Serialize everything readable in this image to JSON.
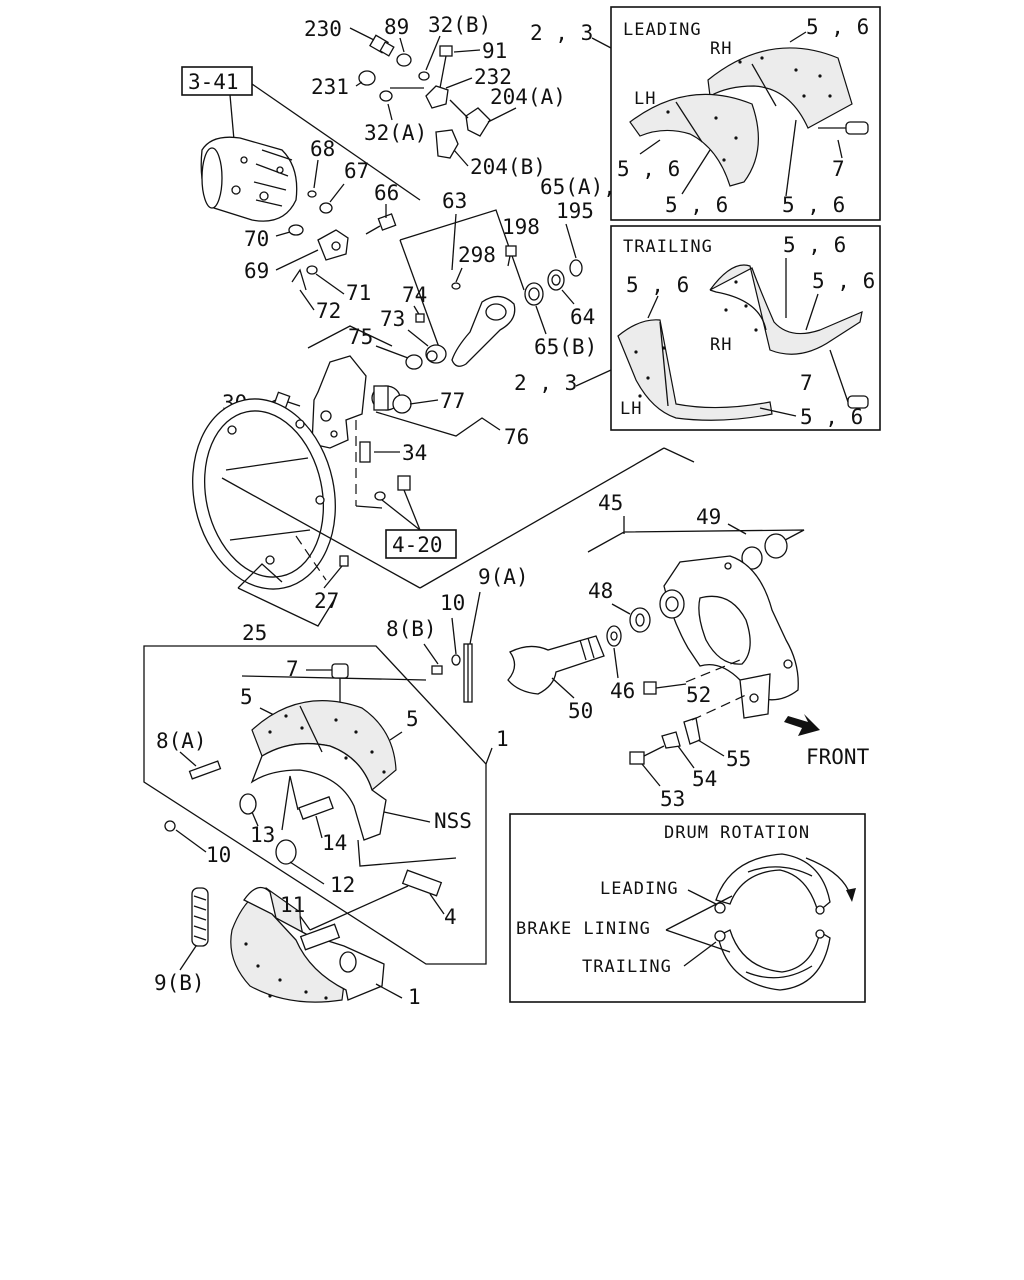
{
  "callouts": {
    "c230": "230",
    "c89": "89",
    "c32b": "32(B)",
    "c91": "91",
    "c23a": "2 , 3",
    "c341": "3-41",
    "c231": "231",
    "c232": "232",
    "c204a": "204(A)",
    "c32a": "32(A)",
    "c204b": "204(B)",
    "c68": "68",
    "c67": "67",
    "c66": "66",
    "c70": "70",
    "c69": "69",
    "c71": "71",
    "c72": "72",
    "c63": "63",
    "c298": "298",
    "c198": "198",
    "c65a": "65(A),",
    "c195": "195",
    "c74": "74",
    "c73": "73",
    "c75": "75",
    "c64": "64",
    "c65b": "65(B)",
    "c23b": "2 , 3",
    "c30": "30",
    "c77": "77",
    "c76": "76",
    "c34": "34",
    "c420": "4-20",
    "c27": "27",
    "c25": "25",
    "c45": "45",
    "c49": "49",
    "c48": "48",
    "c9a": "9(A)",
    "c10a": "10",
    "c8b": "8(B)",
    "c46": "46",
    "c52": "52",
    "c50": "50",
    "c7a": "7",
    "c5a": "5",
    "c5b": "5",
    "c1a": "1",
    "c55": "55",
    "c54": "54",
    "c53": "53",
    "c8a": "8(A)",
    "cNSS": "NSS",
    "c13": "13",
    "c14": "14",
    "c10b": "10",
    "c12": "12",
    "c11": "11",
    "c4": "4",
    "c9b": "9(B)",
    "c1b": "1",
    "cFRONT": "FRONT"
  },
  "leading_box": {
    "title": "LEADING",
    "rh": "RH",
    "lh": "LH",
    "n1": "5 , 6",
    "n2": "5 , 6",
    "n3": "5 , 6",
    "n4": "5 , 6",
    "n7": "7"
  },
  "trailing_box": {
    "title": "TRAILING",
    "rh": "RH",
    "lh": "LH",
    "n1": "5 , 6",
    "n2": "5 , 6",
    "n3": "5 , 6",
    "n4": "5 , 6",
    "n7": "7"
  },
  "rotation_box": {
    "title": "DRUM ROTATION",
    "leading": "LEADING",
    "lining": "BRAKE LINING",
    "trailing": "TRAILING"
  }
}
